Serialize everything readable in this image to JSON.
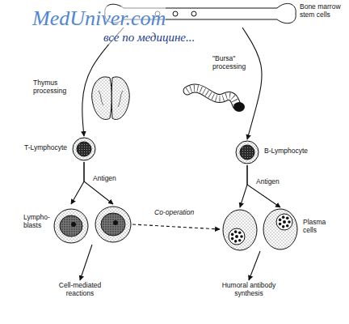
{
  "diagram": {
    "nodes": [
      {
        "text": [
          "Bone marrow stem cells"
        ]
      },
      {
        "text": [
          "T-Lymphocyte"
        ]
      },
      {
        "text": [
          "B-Lymphocyte"
        ]
      },
      {
        "text": [
          "Lympho- blasts"
        ]
      },
      {
        "text": [
          "Plasma cells"
        ]
      },
      {
        "text": [
          "Cell-mediated reactions"
        ]
      },
      {
        "text": [
          "Humoral antibody synthesis"
        ]
      }
    ],
    "edges": [
      {
        "from": 0,
        "to": 1,
        "arrow": "to",
        "label": "Thymus processing"
      },
      {
        "from": 0,
        "to": 2,
        "arrow": "to",
        "label": "\"Bursa\" processing"
      },
      {
        "from": 1,
        "to": 3,
        "arrow": "to",
        "label": "Antigen"
      },
      {
        "from": 2,
        "to": 4,
        "arrow": "to",
        "label": "Antigen"
      },
      {
        "from": 3,
        "to": 4,
        "arrow": "to",
        "label": "Co-operation"
      },
      {
        "from": 3,
        "to": 5,
        "arrow": "to"
      },
      {
        "from": 4,
        "to": 6,
        "arrow": "to"
      }
    ],
    "labels": [
      "MedUniver.com",
      "все по медицине..."
    ]
  }
}
